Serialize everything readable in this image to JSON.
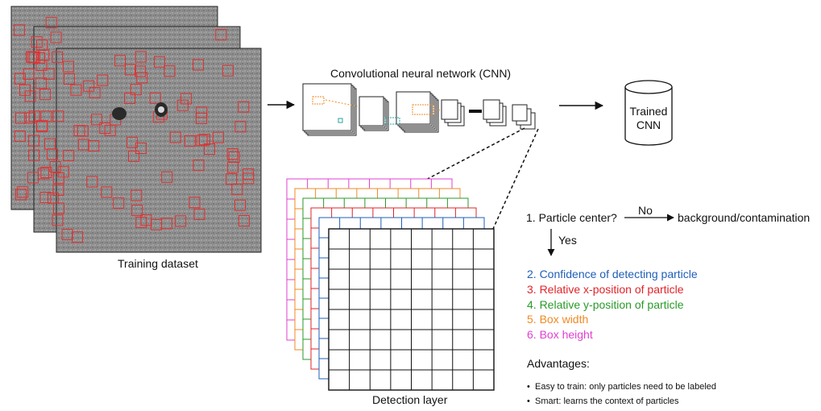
{
  "training": {
    "caption": "Training dataset"
  },
  "cnn": {
    "title": "Convolutional neural network (CNN)"
  },
  "trained": {
    "line1": "Trained",
    "line2": "CNN"
  },
  "detection": {
    "caption": "Detection layer"
  },
  "flow": {
    "question": "1. Particle center?",
    "no_label": "No",
    "no_result": "background/contamination",
    "yes_label": "Yes"
  },
  "outputs": [
    {
      "text": "2. Confidence of detecting particle",
      "color": "#1f5fb8"
    },
    {
      "text": "3. Relative x-position of particle",
      "color": "#e0242a"
    },
    {
      "text": "4. Relative y-position of particle",
      "color": "#2a9a2a"
    },
    {
      "text": "5. Box width",
      "color": "#f08a24"
    },
    {
      "text": "6. Box height",
      "color": "#e040d0"
    }
  ],
  "advantages": {
    "heading": "Advantages:",
    "items": [
      "Easy to train: only particles need to be labeled",
      "Smart: learns the context of particles"
    ]
  },
  "colors": {
    "annotation_box": "#e03030",
    "layer_blue": "#1f5fb8",
    "layer_red": "#e0242a",
    "layer_green": "#2a9a2a",
    "layer_orange": "#f08a24",
    "layer_magenta": "#e040d0"
  }
}
